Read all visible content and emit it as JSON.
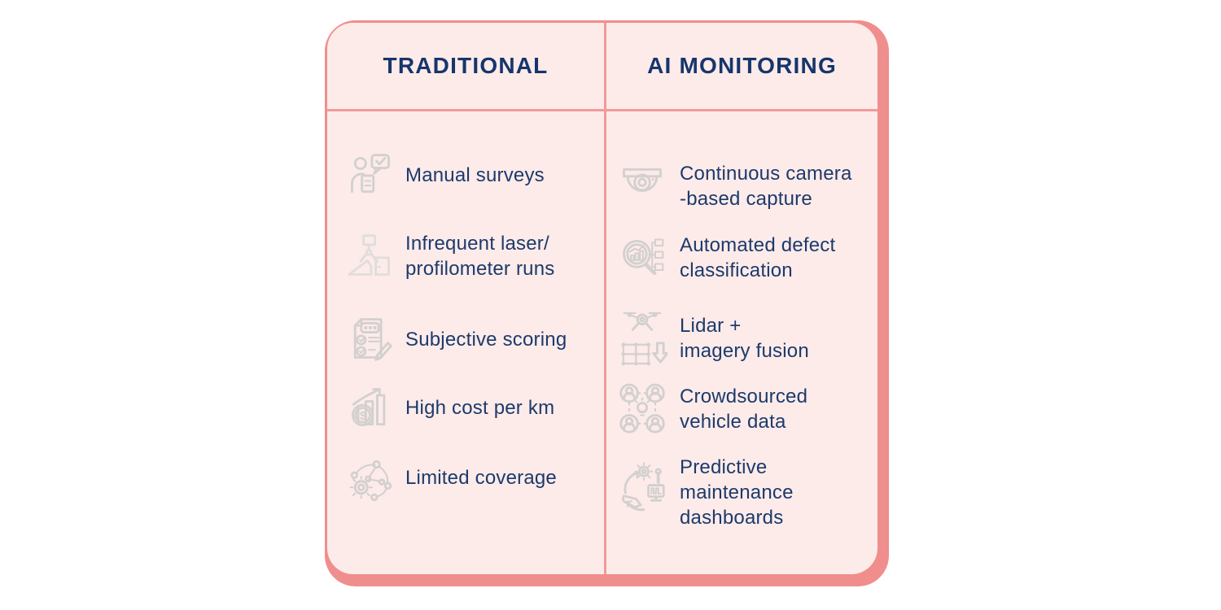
{
  "card": {
    "colors": {
      "fill": "#fcebe9",
      "divider": "#f19a99",
      "shadow": "#ef8e8c",
      "heading_text": "#16356b",
      "body_text": "#1d3a6c",
      "icon_gray": "#d3d0cf"
    },
    "columns": [
      {
        "header": "TRADITIONAL",
        "items": [
          {
            "icon": "manual-surveys-icon",
            "label": "Manual surveys"
          },
          {
            "icon": "profilometer-icon",
            "label": "Infrequent laser/\nprofilometer runs"
          },
          {
            "icon": "subjective-scoring-icon",
            "label": "Subjective scoring"
          },
          {
            "icon": "high-cost-icon",
            "label": "High cost per km"
          },
          {
            "icon": "limited-coverage-icon",
            "label": "Limited coverage"
          }
        ]
      },
      {
        "header": "AI MONITORING",
        "items": [
          {
            "icon": "dome-camera-icon",
            "label": "Continuous camera\n-based capture"
          },
          {
            "icon": "defect-classification-icon",
            "label": "Automated defect\nclassification"
          },
          {
            "icon": "lidar-fusion-icon",
            "label": "Lidar +\nimagery fusion"
          },
          {
            "icon": "crowdsourced-icon",
            "label": "Crowdsourced\nvehicle data"
          },
          {
            "icon": "predictive-maintenance-icon",
            "label": "Predictive\nmaintenance\ndashboards"
          }
        ]
      }
    ]
  }
}
